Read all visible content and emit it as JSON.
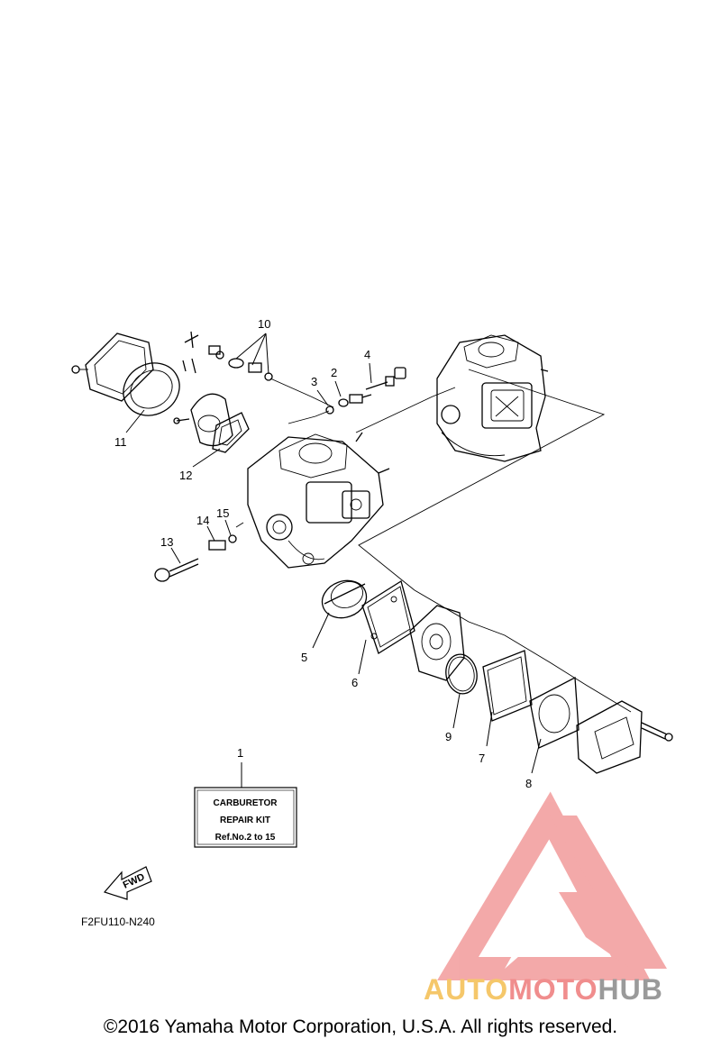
{
  "callouts": {
    "c1": "1",
    "c2": "2",
    "c3": "3",
    "c4": "4",
    "c5": "5",
    "c6": "6",
    "c7": "7",
    "c8": "8",
    "c9": "9",
    "c10": "10",
    "c11": "11",
    "c12": "12",
    "c13": "13",
    "c14": "14",
    "c15": "15"
  },
  "kit_label": {
    "line1": "CARBURETOR",
    "line2": "REPAIR KIT",
    "line3": "Ref.No.2 to 15"
  },
  "fwd_label": "FWD",
  "drawing_code": "F2FU110-N240",
  "watermark": {
    "part1": "AUTO",
    "part2": "MOTO",
    "part3": "HUB",
    "colors": {
      "primary": "#f08d8d",
      "secondary": "#f5c76a",
      "tertiary": "#9a9a9a"
    }
  },
  "copyright": "©2016 Yamaha Motor Corporation, U.S.A. All rights reserved."
}
